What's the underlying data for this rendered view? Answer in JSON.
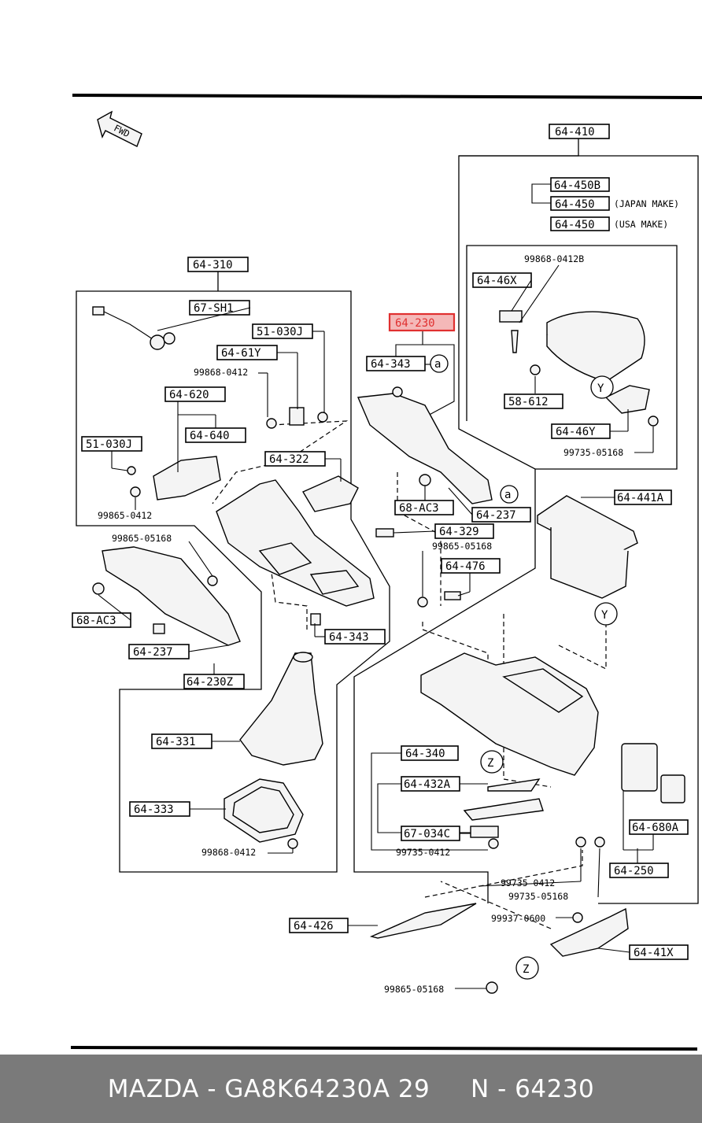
{
  "diagram": {
    "fwd_label": "FWD",
    "labels": {
      "l64410": "64-410",
      "l64450B": "64-450B",
      "l64450a": "64-450",
      "japan": "(JAPAN MAKE)",
      "l64450b": "64-450",
      "usa": "(USA MAKE)",
      "l99868_0412B": "99868-0412B",
      "l6446X": "64-46X",
      "l58612": "58-612",
      "l6446Y": "64-46Y",
      "l99735_05168a": "99735-05168",
      "l64310": "64-310",
      "l67SH1": "67-SH1",
      "l51030Ja": "51-030J",
      "l6461Y": "64-61Y",
      "l99868_0412a": "99868-0412",
      "l64620": "64-620",
      "l64640": "64-640",
      "l51030Jb": "51-030J",
      "l99865_0412": "99865-0412",
      "l64322": "64-322",
      "l64230": "64-230",
      "l64343a": "64-343",
      "l68AC3a": "68-AC3",
      "l64237a": "64-237",
      "l64329": "64-329",
      "l99865_05168a": "99865-05168",
      "l64476": "64-476",
      "l64441A": "64-441A",
      "l99865_05168b": "99865-05168",
      "l68AC3b": "68-AC3",
      "l64237b": "64-237",
      "l64230Z": "64-230Z",
      "l64343b": "64-343",
      "l64331": "64-331",
      "l64333": "64-333",
      "l99868_0412b": "99868-0412",
      "l64340": "64-340",
      "l64432A": "64-432A",
      "l67034C": "67-034C",
      "l99735_0412a": "99735-0412",
      "l64680A": "64-680A",
      "l64250": "64-250",
      "l99735_0412b": "99735-0412",
      "l99735_05168b": "99735-05168",
      "l64426": "64-426",
      "l99937_0600": "99937-0600",
      "l6441X": "64-41X",
      "l99865_05168c": "99865-05168"
    },
    "callouts": {
      "a1": "a",
      "a2": "a",
      "y1": "Y",
      "y2": "Y",
      "z1": "Z",
      "z2": "Z"
    }
  },
  "footer": {
    "text": "MAZDA - GA8K64230A 29     N - 64230"
  },
  "colors": {
    "highlight": "#e03030",
    "highlight_fill": "#f4b8b8",
    "footer_bg": "#7a7a7a"
  }
}
